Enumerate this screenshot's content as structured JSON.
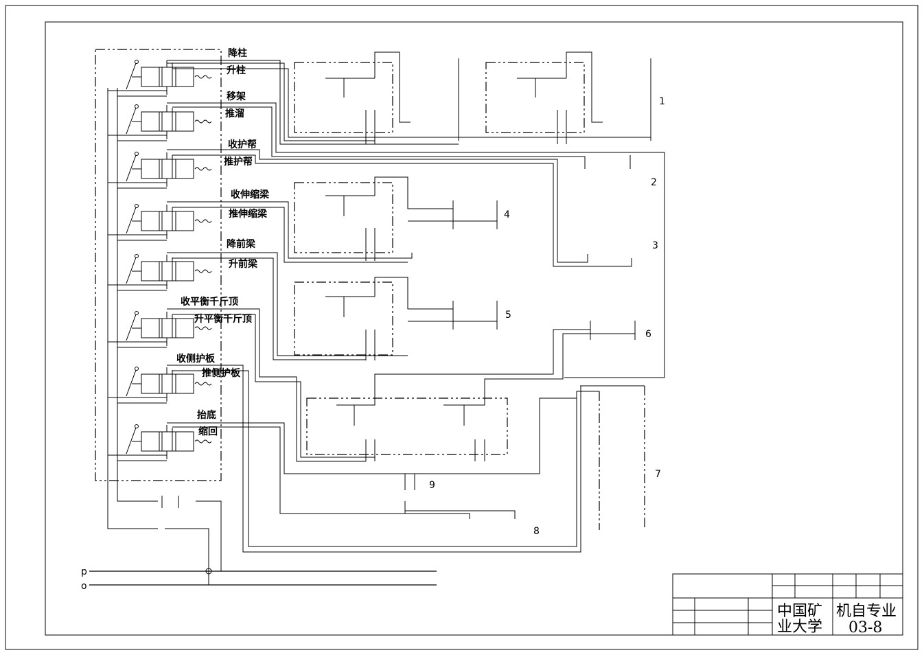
{
  "valve_labels": [
    {
      "top": "降柱",
      "bottom": "升柱"
    },
    {
      "top": "移架",
      "bottom": "推溜"
    },
    {
      "top": "收护帮",
      "bottom": "推护帮"
    },
    {
      "top": "收伸缩梁",
      "bottom": "推伸缩梁"
    },
    {
      "top": "降前梁",
      "bottom": "升前梁"
    },
    {
      "top": "收平衡千斤顶",
      "bottom": "升平衡千斤顶"
    },
    {
      "top": "收侧护板",
      "bottom": "推侧护板"
    },
    {
      "top": "抬底",
      "bottom": "缩回"
    }
  ],
  "component_numbers": [
    "1",
    "2",
    "3",
    "4",
    "5",
    "6",
    "7",
    "8",
    "9"
  ],
  "ports": {
    "p": "p",
    "o": "o"
  },
  "title_block": {
    "school_line1": "中国矿",
    "school_line2": "业大学",
    "major": "机自专业",
    "drawing_no": "03-8"
  }
}
